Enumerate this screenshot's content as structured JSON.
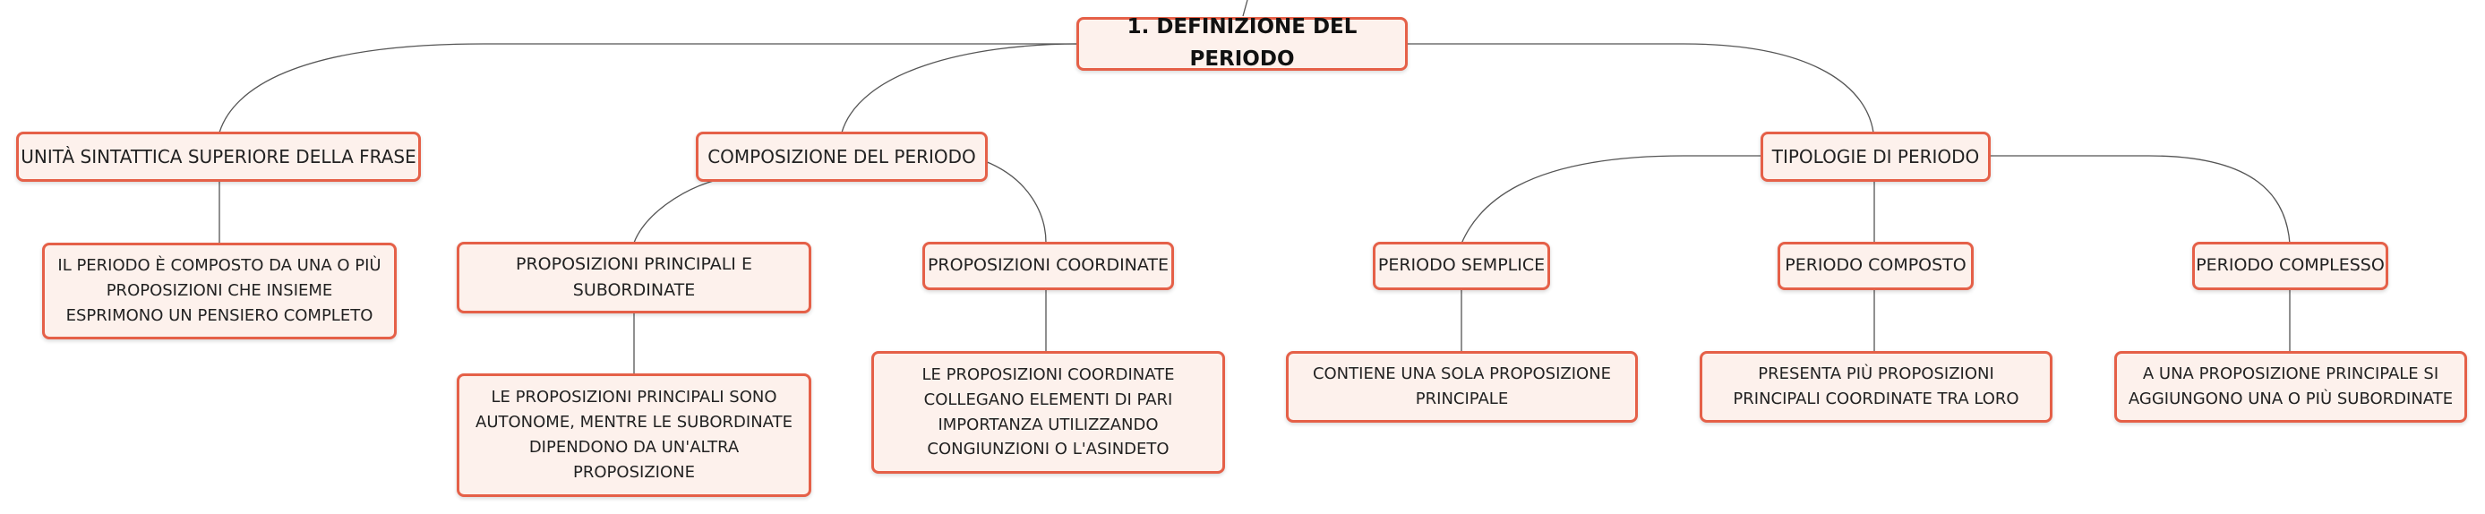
{
  "colors": {
    "node_fill": "#fdf1ec",
    "node_border": "#e56048",
    "connector": "#555555",
    "text": "#222222"
  },
  "root": {
    "label": "1. DEFINIZIONE DEL PERIODO"
  },
  "branches": [
    {
      "label": "UNITÀ SINTATTICA SUPERIORE DELLA FRASE",
      "children": [
        {
          "label": "IL PERIODO È COMPOSTO DA UNA O PIÙ PROPOSIZIONI CHE INSIEME ESPRIMONO UN PENSIERO COMPLETO"
        }
      ]
    },
    {
      "label": "COMPOSIZIONE DEL PERIODO",
      "children": [
        {
          "label": "PROPOSIZIONI PRINCIPALI E SUBORDINATE",
          "detail": "LE PROPOSIZIONI PRINCIPALI SONO AUTONOME, MENTRE LE SUBORDINATE DIPENDONO DA UN'ALTRA PROPOSIZIONE"
        },
        {
          "label": "PROPOSIZIONI COORDINATE",
          "detail": "LE PROPOSIZIONI COORDINATE COLLEGANO ELEMENTI DI PARI IMPORTANZA UTILIZZANDO CONGIUNZIONI O L'ASINDETO"
        }
      ]
    },
    {
      "label": "TIPOLOGIE DI PERIODO",
      "children": [
        {
          "label": "PERIODO SEMPLICE",
          "detail": "CONTIENE UNA SOLA PROPOSIZIONE PRINCIPALE"
        },
        {
          "label": "PERIODO COMPOSTO",
          "detail": "PRESENTA PIÙ PROPOSIZIONI PRINCIPALI COORDINATE TRA LORO"
        },
        {
          "label": "PERIODO COMPLESSO",
          "detail": "A UNA PROPOSIZIONE PRINCIPALE SI AGGIUNGONO UNA O PIÙ SUBORDINATE"
        }
      ]
    }
  ]
}
